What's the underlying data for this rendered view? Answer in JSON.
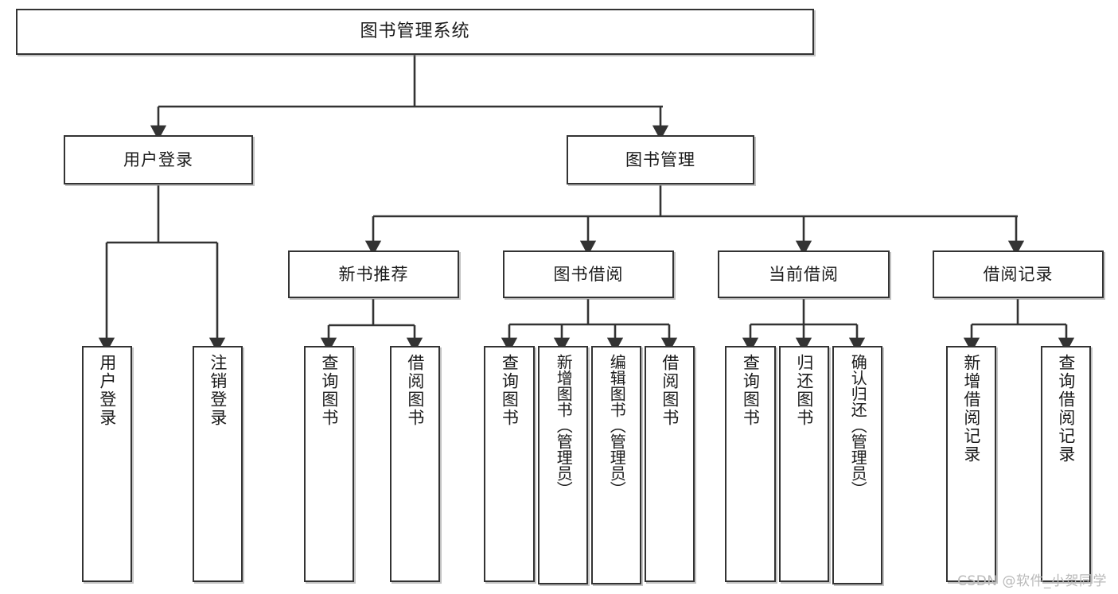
{
  "diagram": {
    "kind": "tree-hierarchy-chart",
    "title": "图书管理系统",
    "colors": {
      "background": "#ffffff",
      "box_border": "#333333",
      "box_fill": "#ffffff",
      "connector": "#333333",
      "text": "#1b1b1b",
      "watermark": "#b9b9b9"
    },
    "watermark": "CSDN @软件_小贺同学",
    "levels": {
      "root": {
        "label": "图书管理系统"
      },
      "level2": [
        {
          "label": "用户登录"
        },
        {
          "label": "图书管理"
        }
      ],
      "level3": [
        {
          "label": "新书推荐"
        },
        {
          "label": "图书借阅"
        },
        {
          "label": "当前借阅"
        },
        {
          "label": "借阅记录"
        }
      ],
      "leaves": {
        "user_login": [
          {
            "label": "用户登录"
          },
          {
            "label": "注销登录"
          }
        ],
        "new_book_recommend": [
          {
            "label": "查询图书"
          },
          {
            "label": "借阅图书"
          }
        ],
        "book_borrow": [
          {
            "label": "查询图书"
          },
          {
            "label": "新增图书（管理员）"
          },
          {
            "label": "编辑图书（管理员）"
          },
          {
            "label": "借阅图书"
          }
        ],
        "current_borrow": [
          {
            "label": "查询图书"
          },
          {
            "label": "归还图书"
          },
          {
            "label": "确认归还（管理员）"
          }
        ],
        "borrow_record": [
          {
            "label": "新增借阅记录"
          },
          {
            "label": "查询借阅记录"
          }
        ]
      }
    }
  }
}
